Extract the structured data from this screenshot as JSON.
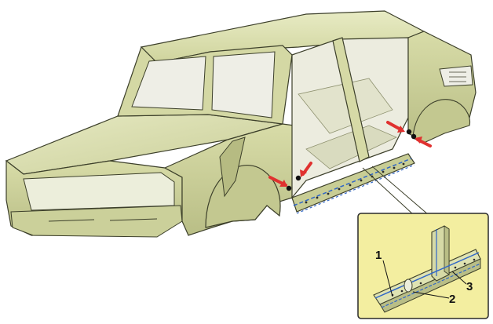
{
  "colors": {
    "body_fill": "#dfe3b2",
    "body_shade": "#c7cc95",
    "body_dark": "#a9ae78",
    "interior": "#ececdf",
    "outline": "#3c3f2a",
    "sill_line": "#2f66c8",
    "arrow": "#e0312f",
    "callout_bg": "#f3eea0",
    "callout_border": "#2a2a2a",
    "dot": "#111111"
  },
  "icons": {
    "arrows": "red-arrow-icon",
    "points": "black-dot-icon"
  },
  "callout": {
    "labels": [
      {
        "id": "label-1",
        "text": "1"
      },
      {
        "id": "label-2",
        "text": "2"
      },
      {
        "id": "label-3",
        "text": "3"
      }
    ]
  }
}
